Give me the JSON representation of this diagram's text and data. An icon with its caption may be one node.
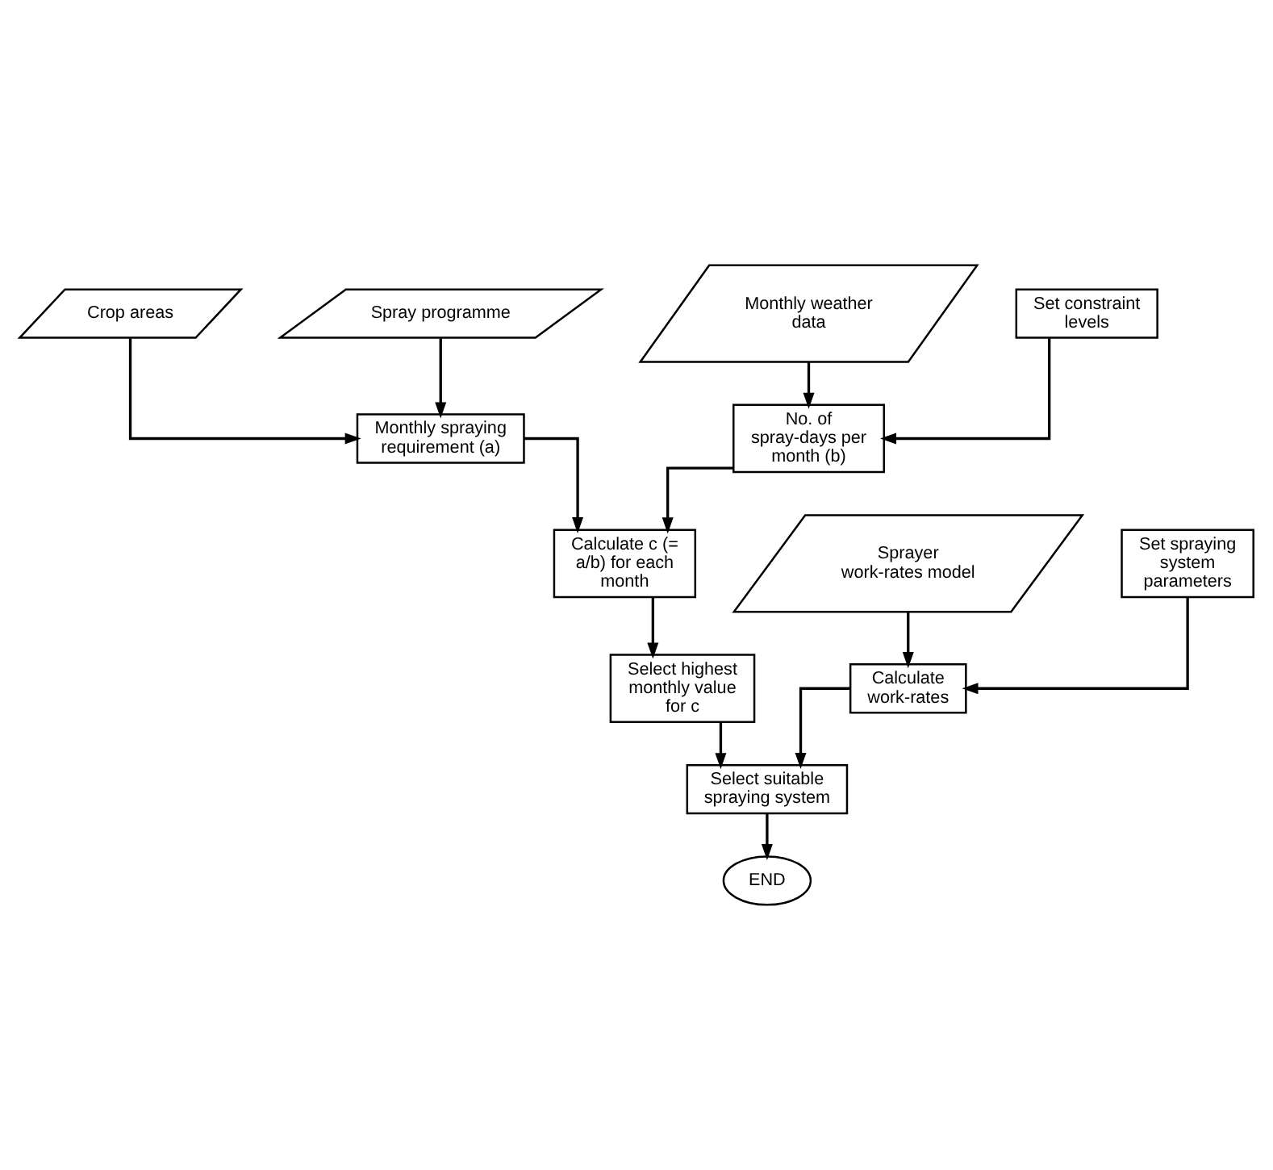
{
  "diagram": {
    "nodes": [
      {
        "text": [
          "Crop areas"
        ]
      },
      {
        "text": [
          "Spray programme"
        ]
      },
      {
        "text": [
          "Monthly spraying requirement (a)"
        ]
      },
      {
        "text": [
          "Monthly weather data"
        ]
      },
      {
        "text": [
          "Set constraint levels"
        ]
      },
      {
        "text": [
          "No. of spray-days per month (b)"
        ]
      },
      {
        "text": [
          "Calculate c (= a/b) for each month"
        ]
      },
      {
        "text": [
          "Sprayer work-rates model"
        ]
      },
      {
        "text": [
          "Set spraying system parameters"
        ]
      },
      {
        "text": [
          "Select highest monthly value for c"
        ]
      },
      {
        "text": [
          "Calculate work-rates"
        ]
      },
      {
        "text": [
          "Select suitable spraying system"
        ]
      },
      {
        "text": [
          "END"
        ]
      }
    ],
    "edges": [
      {
        "from": 0,
        "to": 2,
        "arrow": "to"
      },
      {
        "from": 1,
        "to": 2,
        "arrow": "to"
      },
      {
        "from": 3,
        "to": 5,
        "arrow": "to"
      },
      {
        "from": 4,
        "to": 5,
        "arrow": "to"
      },
      {
        "from": 2,
        "to": 6,
        "arrow": "to"
      },
      {
        "from": 5,
        "to": 6,
        "arrow": "to"
      },
      {
        "from": 7,
        "to": 10,
        "arrow": "to"
      },
      {
        "from": 8,
        "to": 10,
        "arrow": "to"
      },
      {
        "from": 6,
        "to": 9,
        "arrow": "to"
      },
      {
        "from": 9,
        "to": 11,
        "arrow": "to"
      },
      {
        "from": 10,
        "to": 11,
        "arrow": "to"
      },
      {
        "from": 11,
        "to": 12,
        "arrow": "to"
      }
    ]
  }
}
